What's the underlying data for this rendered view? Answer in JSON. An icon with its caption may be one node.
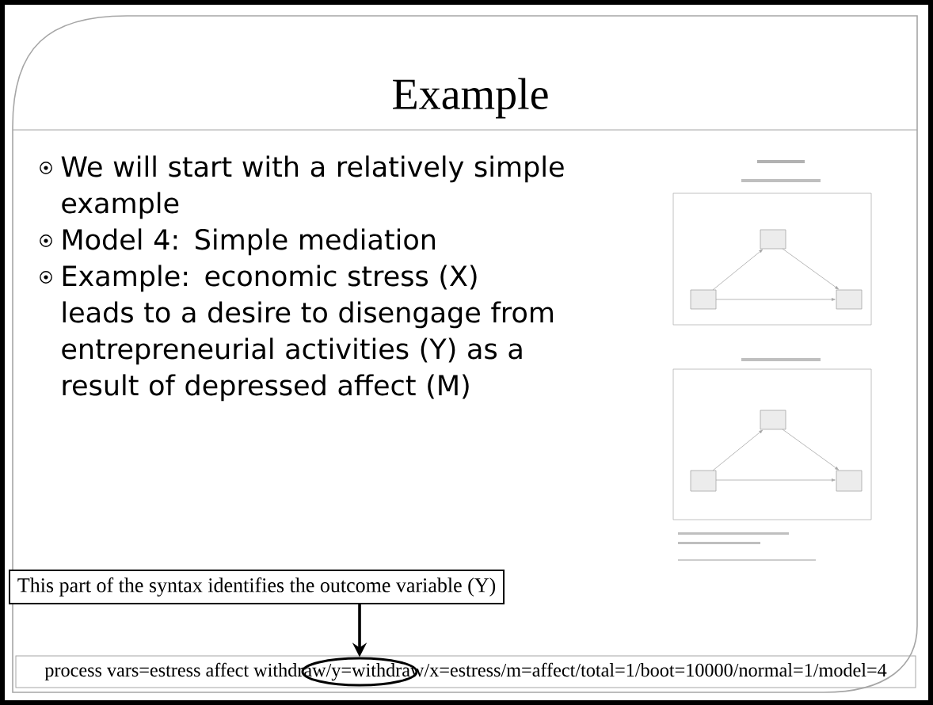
{
  "diagram": {
    "title": "Example",
    "nodes": [
      {
        "text": [
          "This part of the syntax identifies the outcome variable (Y)"
        ]
      },
      {
        "text": [
          "process vars=estress affect withdraw/y=withdraw/x=estress/m=affect/total=1/boot=10000/normal=1/model=4"
        ]
      },
      {
        "text": [],
        "shape": "ellipse",
        "in": 1
      }
    ],
    "edges": [
      {
        "from": 0,
        "to": 2,
        "arrow": "to"
      }
    ],
    "labels": [
      "We will start with a relatively simple example",
      "Model 4: Simple mediation",
      "Example: economic stress (X) leads to a desire to disengage from entrepreneurial activities (Y) as a result of depressed affect (M)"
    ]
  }
}
